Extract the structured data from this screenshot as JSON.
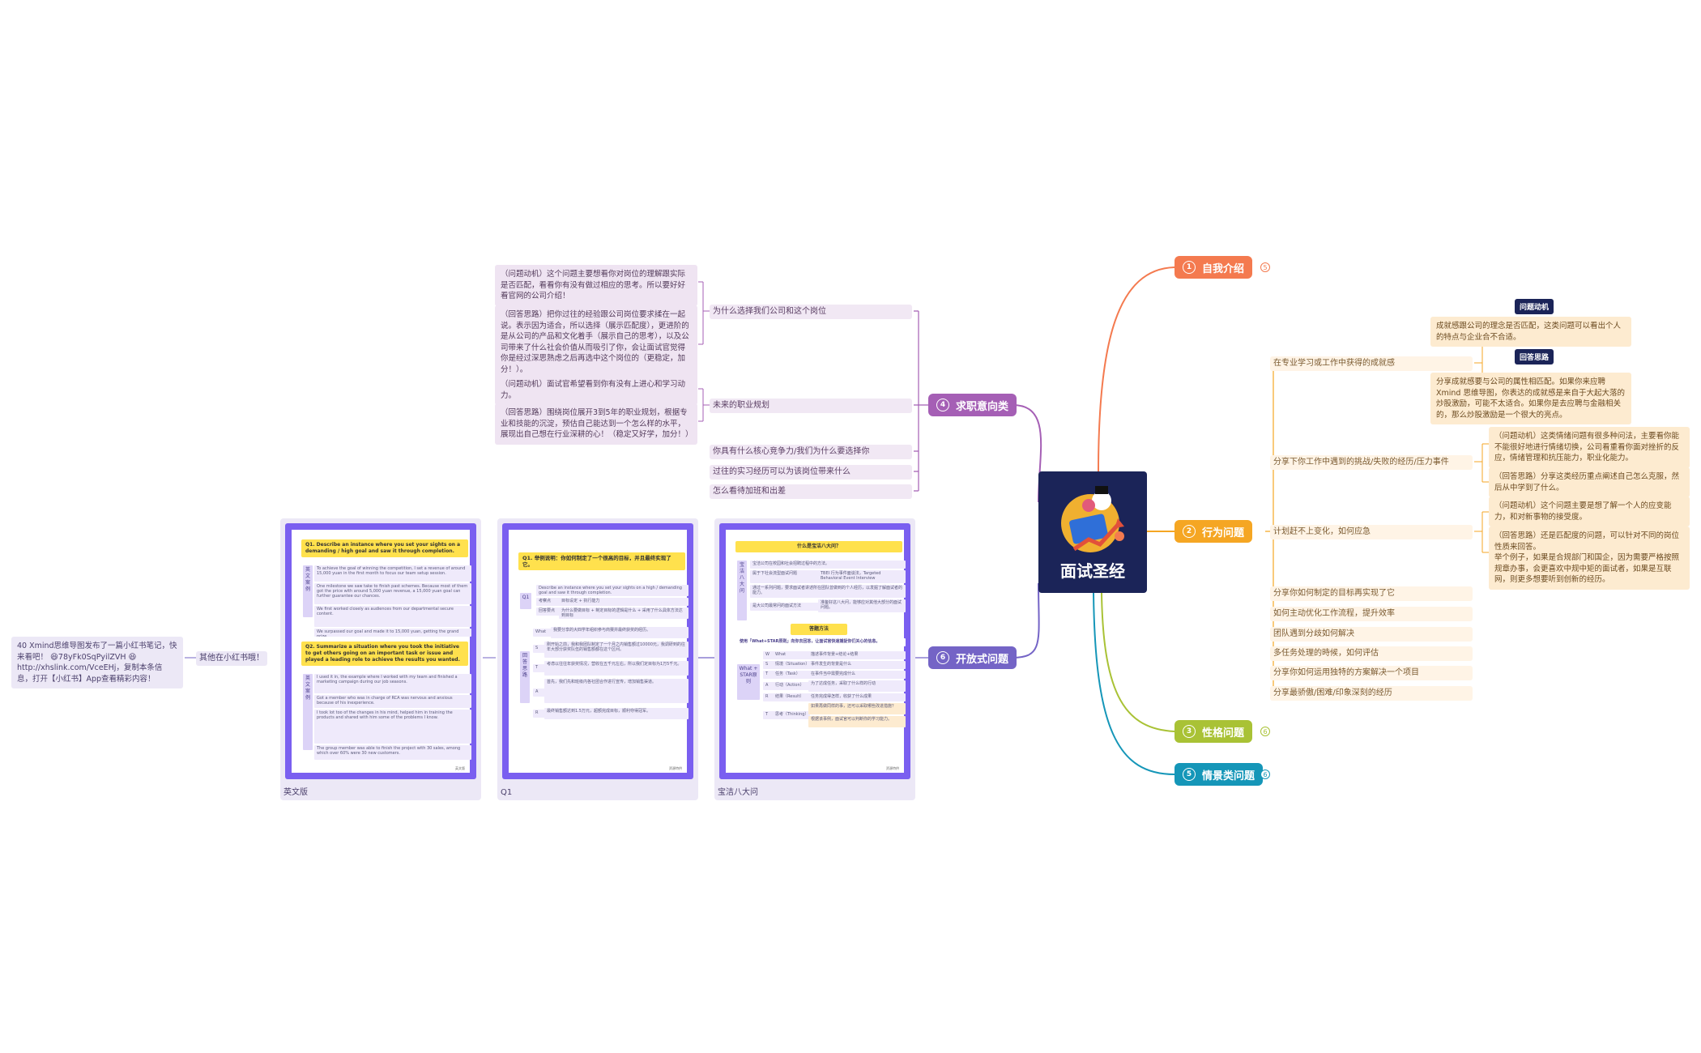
{
  "central": {
    "title": "面试圣经"
  },
  "colors": {
    "self_intro": "#f47a4f",
    "behavior": "#f5a623",
    "personality": "#a9c235",
    "situation": "#1596b8",
    "job_intent": "#a55fb5",
    "open": "#7464c6"
  },
  "branches": {
    "self_intro": {
      "num": "1",
      "label": "自我介绍",
      "collapse_count": "5"
    },
    "behavior": {
      "num": "2",
      "label": "行为问题",
      "topics": [
        "在专业学习或工作中获得的成就感",
        "分享下你工作中遇到的挑战/失败的经历/压力事件",
        "计划赶不上变化，如何应急",
        "分享你如何制定的目标再实现了它",
        "如何主动优化工作流程，提升效率",
        "团队遇到分歧如何解决",
        "多任务处理的時候，如何评估",
        "分享你如何运用独特的方案解决一个项目",
        "分享最骄傲/困难/印象深刻的经历"
      ],
      "label_motive": "问题动机",
      "label_idea": "回答思路",
      "achieve_motive": "成就感跟公司的理念是否匹配，这类问题可以看出个人的特点与企业合不合适。",
      "achieve_idea": "分享成就感要与公司的属性相匹配。如果你来应聘 Xmind 思维导图，你表达的成就感是来自于大起大落的炒股激励，可能不太适合。如果你是去应聘与金融相关的，那么炒股激励是一个很大的亮点。",
      "challenge_motive": "（问题动机）这类情绪问题有很多种问法，主要看你能不能很好地进行情绪切换，公司看重看你面对挫折的反应，情绪管理和抗压能力，职业化能力。",
      "challenge_idea": "（回答思路）分享这类经历重点阐述自己怎么克服，然后从中学到了什么。",
      "change_motive": "（问题动机）这个问题主要是想了解一个人的应变能力，和对新事物的接受度。",
      "change_idea": "（回答思路）还是匹配度的问题，可以针对不同的岗位性质来回答。\n举个例子，如果是合规部门和国企，因为需要严格按照规章办事，会更喜欢中规中矩的面试者，如果是互联网，则更多想要听到创新的经历。"
    },
    "personality": {
      "num": "3",
      "label": "性格问题",
      "collapse_count": "6"
    },
    "situation": {
      "num": "5",
      "label": "情景类问题",
      "collapse_count": "6"
    },
    "job_intent": {
      "num": "4",
      "label": "求职意向类",
      "topics": [
        "为什么选择我们公司和这个岗位",
        "未来的职业规划",
        "你具有什么核心竞争力/我们为什么要选择你",
        "过往的实习经历可以为该岗位带来什么",
        "怎么看待加班和出差"
      ],
      "why_motive": "（问题动机）这个问题主要想看你对岗位的理解跟实际是否匹配，看看你有没有做过相应的思考。所以要好好看官网的公司介绍！",
      "why_idea": "（回答思路）把你过往的经验跟公司岗位要求揉在一起说。表示因为适合，所以选择（展示匹配度），更进阶的是从公司的产品和文化着手（展示自己的思考），以及公司带来了什么社会价值从而吸引了你，会让面试官觉得你是经过深思熟虑之后再选中这个岗位的（更稳定，加分！）。",
      "future_motive": "（问题动机）面试官希望看到你有没有上进心和学习动力。",
      "future_idea": "（回答思路）围绕岗位展开3到5年的职业规划，根据专业和技能的沉淀，预估自己能达到一个怎么样的水平，展现出自己想在行业深耕的心！（稳定又好学，加分！）"
    },
    "open": {
      "num": "6",
      "label": "开放式问题",
      "topic": "其他在小红书哦！",
      "note": "40 Xmind思维导图发布了一篇小红书笔记，快来看吧！ 😆78yFk0SqPyilZVH 😆http://xhslink.com/VceEHj，复制本条信息，打开【小红书】App查看精彩内容！",
      "cards": [
        {
          "caption": "英文版",
          "title1": "Q1. Describe an instance where you set your sights on a demanding / high goal and saw it through completion.",
          "title2": "Q2. Summarize a situation where you took the initiative to get others going on an important task or issue and played a leading role to achieve the results you wanted.",
          "side1": "英文案例",
          "side2": "英文案例",
          "p1": "To achieve the goal of winning the competition, I set a revenue of around 15,000 yuan in the first month to focus our team setup session.",
          "p2": "One milestone we saw take to finish past schemes. Because most of them got the price with around 5,000 yuan revenue, a 15,000 yuan goal can further guarantee our chances.",
          "p3": "We first worked closely as audiences from our departmental secure content.",
          "p4": "We surpassed our goal and made it to 15,000 yuan, getting the grand prize.",
          "p5": "I used it in, the example where I worked with my team and finished a marketing campaign during our job seasons.",
          "p6": "Got a member who was in charge of RCA was nervous and anxious because of his inexperience.",
          "p7": "I took lot too of the changes in his mind, helped him in training the products and shared with him some of the problems I know.",
          "p8": "The group member was able to finish the project with 30 sales, among which over 60% were 30 new customers.",
          "footer": "英文版"
        },
        {
          "caption": "Q1",
          "title": "Q1. 举例说明：你如何制定了一个很高的目标，并且最终实现了它。",
          "label_q1": "Q1",
          "label_ans": "回答思路",
          "r1": "Describe an instance where you set your sights on a high / demanding goal and saw it through completion.",
          "r2": "考察点",
          "r2b": "目标设定 + 执行能力",
          "r3": "回答要点",
          "r3b": "为什么要做目标 + 制定目标的逻辑是什么 + 采用了什么具体方法达到目标",
          "a_what": "What",
          "a_what_t": "我要分享的大四学年组织参与商赛并最终获奖的经历。",
          "a_s": "S",
          "a_s_t": "刚开始之前，我和我团队制定了一个月之内销售额过10000元，我调研到的往年大部分获奖队伍的销售额都在这个区间。",
          "a_t": "T",
          "a_t_t": "考虑以往往年获奖情况，营收在五千元左右，所以我们定目标为1万5千元。",
          "a_a": "A",
          "a_a_t": "首先，我们先和班级内各社团合作进行宣传，增加销售渠道。",
          "a_r": "R",
          "a_r_t": "最终销售额达到1.5万元，超额完成目标，顺利夺得冠军。",
          "footer": "资源特供"
        },
        {
          "caption": "宝洁八大问",
          "title1": "什么是宝洁八大问？",
          "title2": "答题方法",
          "side1": "宝洁八大问",
          "l1": "宝洁公司在校园和社会招聘过程中的方法。",
          "l2": "属于下社会流型面试问题",
          "l2b": "TBEI 行为事件面谈法，Targeted Behavioral Event Interview",
          "l3": "通过一系列问题，要求面试者讲述所在团队曾做到的个人经历，以发掘了解面试者的能力。",
          "l4": "是大公司最常问的面试方法",
          "l4b": "准备好这八大问，能够应对其他大部分的面试问题。",
          "intro": "使用「What+STAR原则」向你去回答，让面试官快速捕捉你们关心的信息。",
          "side2": "What + STAR原则",
          "w_label": "W",
          "w_name": "What",
          "w_text": "描述事件背景+结论+结果",
          "s_label": "S",
          "s_name": "情境（Situation）",
          "s_text": "事件发生的背景是什么",
          "t_label": "T",
          "t_name": "任务（Task）",
          "t_text": "在事件当中需要完成什么",
          "a_label": "A",
          "a_name": "行动（Action）",
          "a_text": "为了达成任务，采取了什么样的行动",
          "r_label": "R",
          "r_name": "结果（Result）",
          "r_text": "任务完成得怎样，收获了什么成果",
          "th_label": "T",
          "th_name": "思考（Thinking）",
          "th_text1": "如果再做同样的事，还可以采取哪些改进措施？",
          "th_text2": "根据该事例，面试官可以判断你的学习能力。",
          "footer": "资源特供"
        }
      ]
    }
  }
}
